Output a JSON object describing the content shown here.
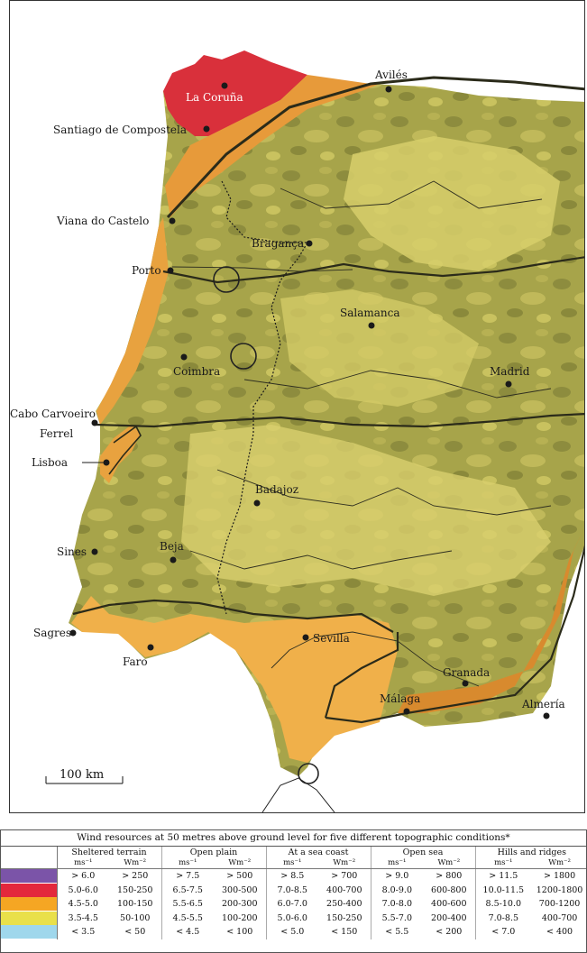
{
  "map": {
    "scale_label": "100 km",
    "cities": [
      {
        "name": "La Coruña",
        "light": true
      },
      {
        "name": "Avilés"
      },
      {
        "name": "Santiago de Compostela"
      },
      {
        "name": "Viana do Castelo"
      },
      {
        "name": "Bragança"
      },
      {
        "name": "Porto"
      },
      {
        "name": "Salamanca"
      },
      {
        "name": "Coimbra"
      },
      {
        "name": "Madrid"
      },
      {
        "name": "Cabo Carvoeiro"
      },
      {
        "name": "Ferrel"
      },
      {
        "name": "Lisboa"
      },
      {
        "name": "Badajoz"
      },
      {
        "name": "Sines"
      },
      {
        "name": "Beja"
      },
      {
        "name": "Sagres"
      },
      {
        "name": "Sevilla"
      },
      {
        "name": "Faro"
      },
      {
        "name": "Granada"
      },
      {
        "name": "Málaga"
      },
      {
        "name": "Almería"
      }
    ]
  },
  "legend": {
    "title": "Wind resources at 50 metres above ground level for five different topographic conditions*",
    "conditions": [
      "Sheltered terrain",
      "Open plain",
      "At a sea coast",
      "Open sea",
      "Hills and ridges"
    ],
    "unit_speed": "ms⁻¹",
    "unit_power": "Wm⁻²",
    "rows": [
      {
        "color": "#7b54a8",
        "values": [
          "> 6.0",
          "> 250",
          "> 7.5",
          "> 500",
          "> 8.5",
          "> 700",
          "> 9.0",
          "> 800",
          "> 11.5",
          "> 1800"
        ]
      },
      {
        "color": "#e3283c",
        "values": [
          "5.0-6.0",
          "150-250",
          "6.5-7.5",
          "300-500",
          "7.0-8.5",
          "400-700",
          "8.0-9.0",
          "600-800",
          "10.0-11.5",
          "1200-1800"
        ]
      },
      {
        "color": "#f5a623",
        "values": [
          "4.5-5.0",
          "100-150",
          "5.5-6.5",
          "200-300",
          "6.0-7.0",
          "250-400",
          "7.0-8.0",
          "400-600",
          "8.5-10.0",
          "700-1200"
        ]
      },
      {
        "color": "#e9e04a",
        "values": [
          "3.5-4.5",
          "50-100",
          "4.5-5.5",
          "100-200",
          "5.0-6.0",
          "150-250",
          "5.5-7.0",
          "200-400",
          "7.0-8.5",
          "400-700"
        ]
      },
      {
        "color": "#9fd7ec",
        "values": [
          "< 3.5",
          "< 50",
          "< 4.5",
          "< 100",
          "< 5.0",
          "< 150",
          "< 5.5",
          "< 200",
          "< 7.0",
          "< 400"
        ]
      }
    ]
  }
}
